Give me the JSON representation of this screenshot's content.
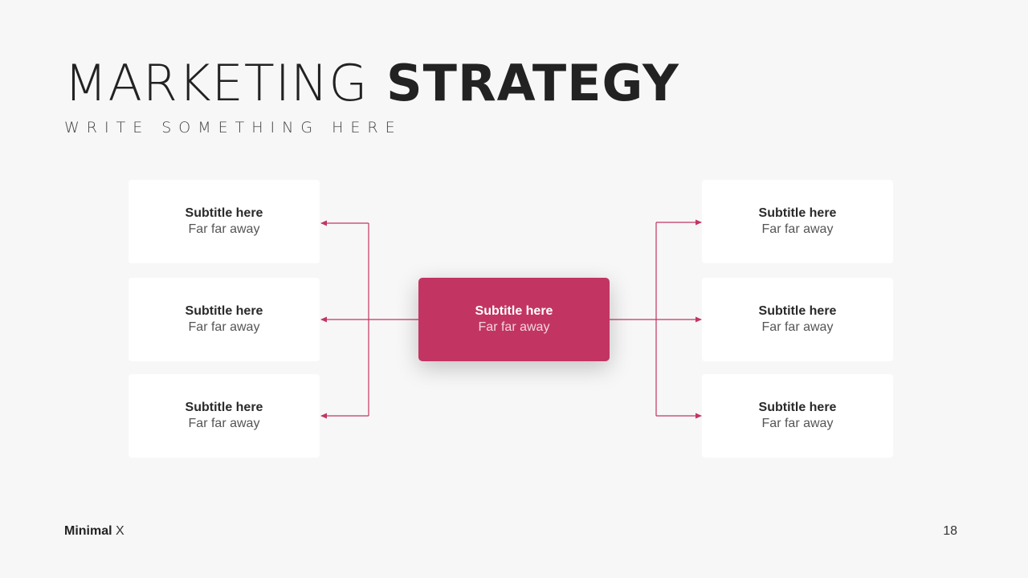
{
  "title": {
    "light": "MARKETING",
    "bold": "STRATEGY"
  },
  "subtitle": "WRITE SOMETHING HERE",
  "center_box": {
    "title": "Subtitle here",
    "text": "Far far away"
  },
  "left_boxes": [
    {
      "title": "Subtitle here",
      "text": "Far far away"
    },
    {
      "title": "Subtitle here",
      "text": "Far far away"
    },
    {
      "title": "Subtitle here",
      "text": "Far far away"
    }
  ],
  "right_boxes": [
    {
      "title": "Subtitle here",
      "text": "Far far away"
    },
    {
      "title": "Subtitle here",
      "text": "Far far away"
    },
    {
      "title": "Subtitle here",
      "text": "Far far away"
    }
  ],
  "footer": {
    "brand_bold": "Minimal",
    "brand_light": "X",
    "page_number": "18"
  },
  "colors": {
    "accent": "#c23562",
    "background": "#f7f7f7",
    "box": "#ffffff"
  }
}
